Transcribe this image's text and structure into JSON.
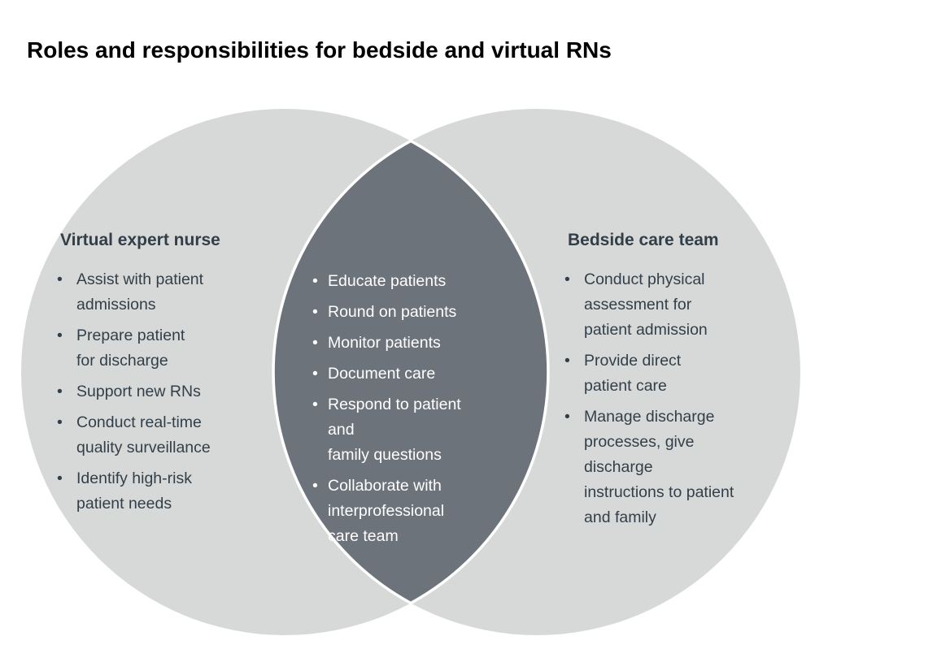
{
  "title": "Roles and responsibilities for bedside and virtual RNs",
  "bullet_glyph": "•",
  "colors": {
    "background": "#ffffff",
    "circle_fill": "#d7d9d9",
    "overlap_fill": "#6d737b",
    "overlap_outline": "#ffffff",
    "text_dark": "#333f48",
    "text_light": "#ffffff",
    "title_color": "#000000"
  },
  "venn": {
    "left": {
      "heading": "Virtual expert nurse",
      "items": [
        "Assist with patient\nadmissions",
        "Prepare patient\nfor discharge",
        "Support new RNs",
        "Conduct real-time\nquality surveillance",
        "Identify high-risk\npatient needs"
      ]
    },
    "overlap": {
      "items": [
        "Educate patients",
        "Round on patients",
        "Monitor patients",
        "Document care",
        "Respond to patient\nand\nfamily questions",
        "Collaborate with\ninterprofessional\ncare team"
      ]
    },
    "right": {
      "heading": "Bedside care team",
      "items": [
        "Conduct physical\nassessment for\npatient admission",
        "Provide direct\npatient care",
        "Manage discharge\nprocesses, give\ndischarge\ninstructions to patient\nand family"
      ]
    }
  }
}
